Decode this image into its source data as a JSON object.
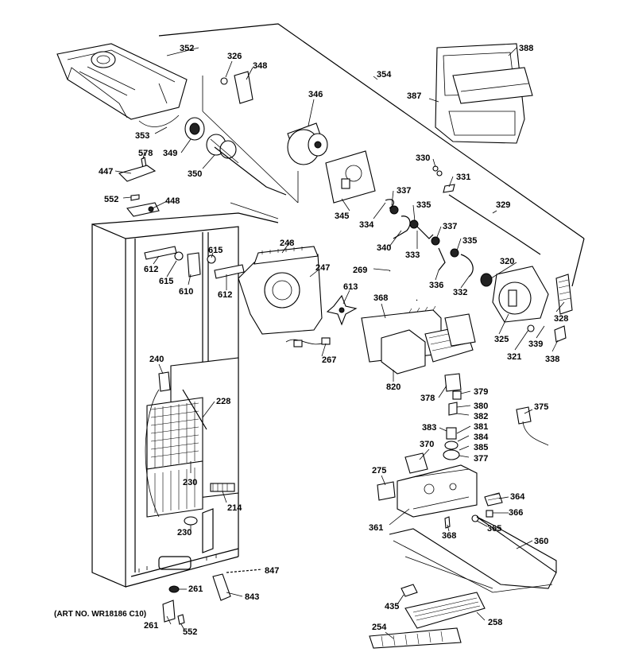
{
  "art_number": "(ART NO. WR18186 C10)",
  "labels": {
    "l352": "352",
    "l326": "326",
    "l348": "348",
    "l346": "346",
    "l354": "354",
    "l388": "388",
    "l387": "387",
    "l353": "353",
    "l349": "349",
    "l578": "578",
    "l350": "350",
    "l447": "447",
    "l552a": "552",
    "l448": "448",
    "l330": "330",
    "l331": "331",
    "l337a": "337",
    "l335a": "335",
    "l329": "329",
    "l345": "345",
    "l334": "334",
    "l337b": "337",
    "l340": "340",
    "l333": "333",
    "l335b": "335",
    "l320": "320",
    "l336": "336",
    "l332": "332",
    "l328": "328",
    "l248": "248",
    "l615a": "615",
    "l612a": "612",
    "l615b": "615",
    "l610": "610",
    "l612b": "612",
    "l247": "247",
    "l269": "269",
    "l613": "613",
    "l368": "368",
    "l325": "325",
    "l321": "321",
    "l339": "339",
    "l338": "338",
    "l267": "267",
    "l240": "240",
    "l820": "820",
    "l228": "228",
    "l378": "378",
    "l379": "379",
    "l380": "380",
    "l382": "382",
    "l383": "383",
    "l381": "381",
    "l384": "384",
    "l385": "385",
    "l377": "377",
    "l370": "370",
    "l375": "375",
    "l275": "275",
    "l364": "364",
    "l366": "366",
    "l230a": "230",
    "l214": "214",
    "l361": "361",
    "l368b": "368",
    "l365": "365",
    "l230b": "230",
    "l360": "360",
    "l847": "847",
    "l261a": "261",
    "l843": "843",
    "l435": "435",
    "l258": "258",
    "l261b": "261",
    "l552b": "552",
    "l254": "254"
  }
}
